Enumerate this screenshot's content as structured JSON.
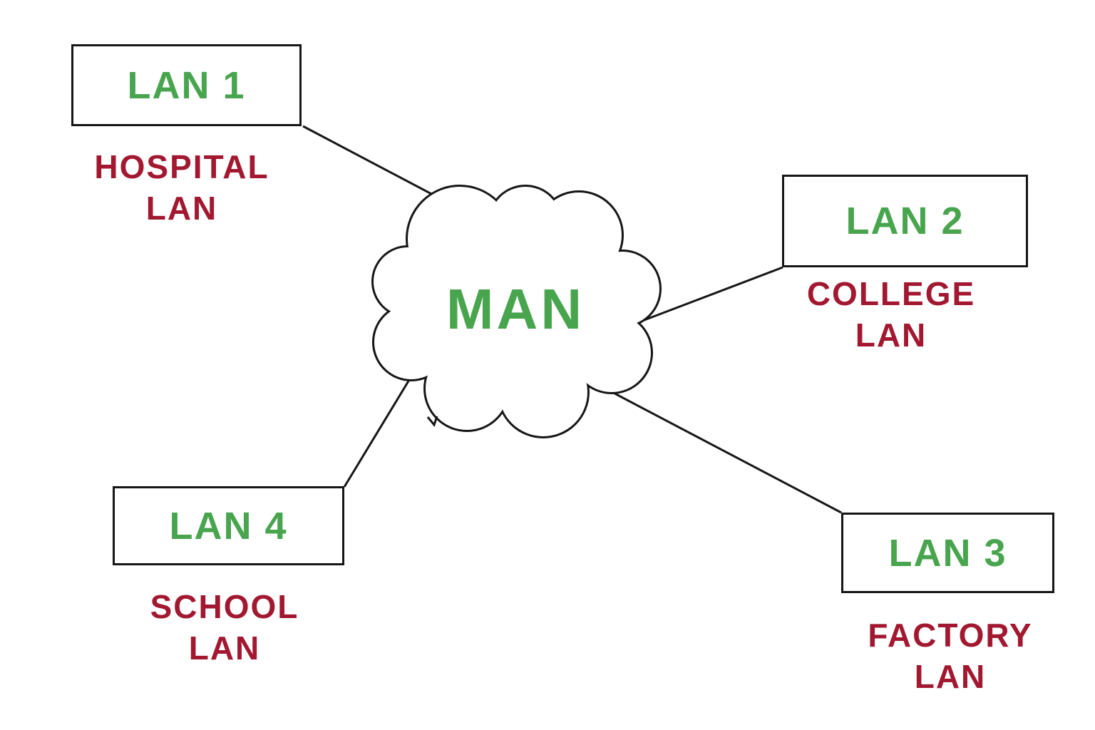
{
  "colors": {
    "green": "#48A54E",
    "red": "#A21830",
    "line": "#161616",
    "background": "#ffffff"
  },
  "cloud": {
    "label": "MAN"
  },
  "nodes": [
    {
      "id": "lan1",
      "box_label": "LAN 1",
      "caption_line1": "HOSPITAL",
      "caption_line2": "LAN"
    },
    {
      "id": "lan2",
      "box_label": "LAN 2",
      "caption_line1": "COLLEGE",
      "caption_line2": "LAN"
    },
    {
      "id": "lan3",
      "box_label": "LAN 3",
      "caption_line1": "FACTORY",
      "caption_line2": "LAN"
    },
    {
      "id": "lan4",
      "box_label": "LAN 4",
      "caption_line1": "SCHOOL",
      "caption_line2": "LAN"
    }
  ],
  "edges": [
    {
      "from": "MAN",
      "to": "LAN 1"
    },
    {
      "from": "MAN",
      "to": "LAN 2"
    },
    {
      "from": "MAN",
      "to": "LAN 3"
    },
    {
      "from": "MAN",
      "to": "LAN 4"
    }
  ]
}
